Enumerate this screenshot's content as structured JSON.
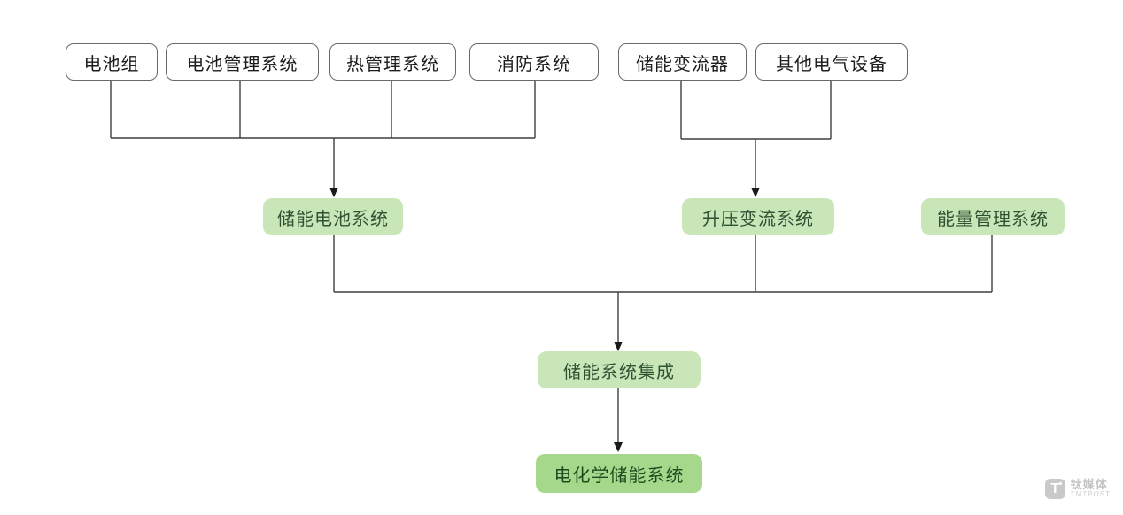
{
  "diagram": {
    "components_left": [
      "电池组",
      "电池管理系统",
      "热管理系统",
      "消防系统"
    ],
    "components_right": [
      "储能变流器",
      "其他电气设备"
    ],
    "subsystems": [
      "储能电池系统",
      "升压变流系统",
      "能量管理系统"
    ],
    "integration": "储能系统集成",
    "final_system": "电化学储能系统"
  },
  "watermark": {
    "logo_letter": "T",
    "brand": "钛媒体",
    "brand_en": "TMTPOST"
  },
  "colors": {
    "node_border": "#6a6a6a",
    "connector": "#3f3f3f",
    "light_green_fill": "#c8e6b8",
    "dark_green_fill": "#a6d88c",
    "green_text": "#2f5233",
    "watermark_gray": "#c6c6c6"
  }
}
